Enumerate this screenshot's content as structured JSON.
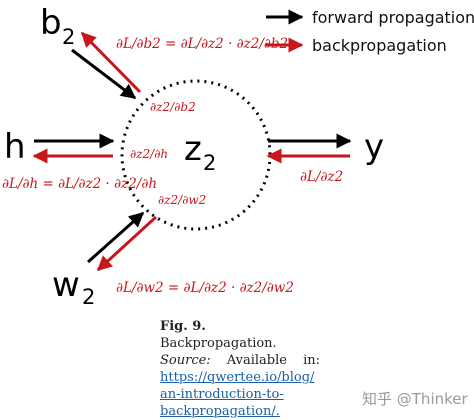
{
  "nodes": {
    "b_main": "b",
    "b_sub": "2",
    "h": "h",
    "z_main": "z",
    "z_sub": "2",
    "y": "y",
    "w_main": "w",
    "w_sub": "2"
  },
  "legend": [
    {
      "label": "forward propagation",
      "color": "#000000"
    },
    {
      "label": "backpropagation",
      "color": "#c8161d"
    }
  ],
  "equations": {
    "b2": "∂L/∂b2 = ∂L/∂z2 · ∂z2/∂b2",
    "h": "∂L/∂h = ∂L/∂z2 · ∂z2/∂h",
    "w2": "∂L/∂w2 = ∂L/∂z2 · ∂z2/∂w2",
    "y": "∂L/∂z2"
  },
  "local_gradients": {
    "b2": "∂z2/∂b2",
    "h": "∂z2/∂h",
    "w2": "∂z2/∂w2"
  },
  "caption": {
    "fig_label": "Fig. 9.",
    "fig_title": "Backpropagation.",
    "source_label": "Source:",
    "available": "Available",
    "in": "in:",
    "links": [
      "https://qwertee.io/blog/",
      "an-introduction-to-",
      "backpropagation/."
    ]
  },
  "watermark": "知乎 @Thinker",
  "colors": {
    "forward": "#000000",
    "backward": "#c8161d"
  }
}
